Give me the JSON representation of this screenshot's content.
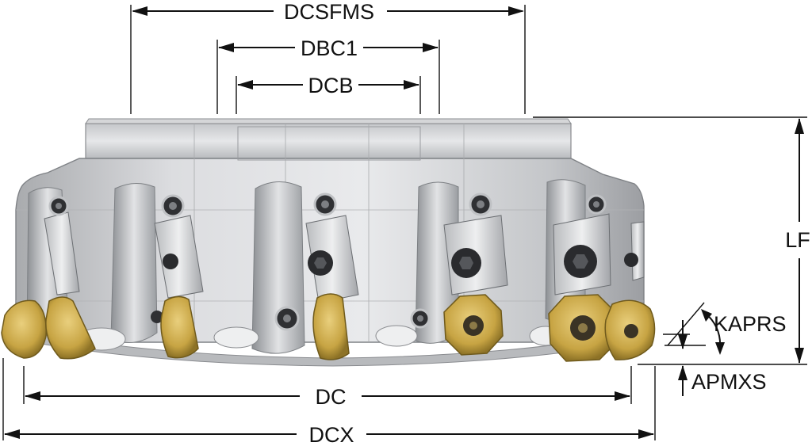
{
  "diagram": {
    "dimensions": {
      "dcsfms": "DCSFMS",
      "dbc1": "DBC1",
      "dcb": "DCB",
      "lf": "LF",
      "kaprs": "KAPRS",
      "apmxs": "APMXS",
      "dc": "DC",
      "dcx": "DCX"
    },
    "colors": {
      "body_light": "#d9dadc",
      "body_mid": "#b7b9bc",
      "body_dark": "#8e9195",
      "insert_gold": "#c9a646",
      "insert_dark": "#7a6321",
      "clamp_dark": "#3c3d40",
      "line": "#111111"
    }
  }
}
